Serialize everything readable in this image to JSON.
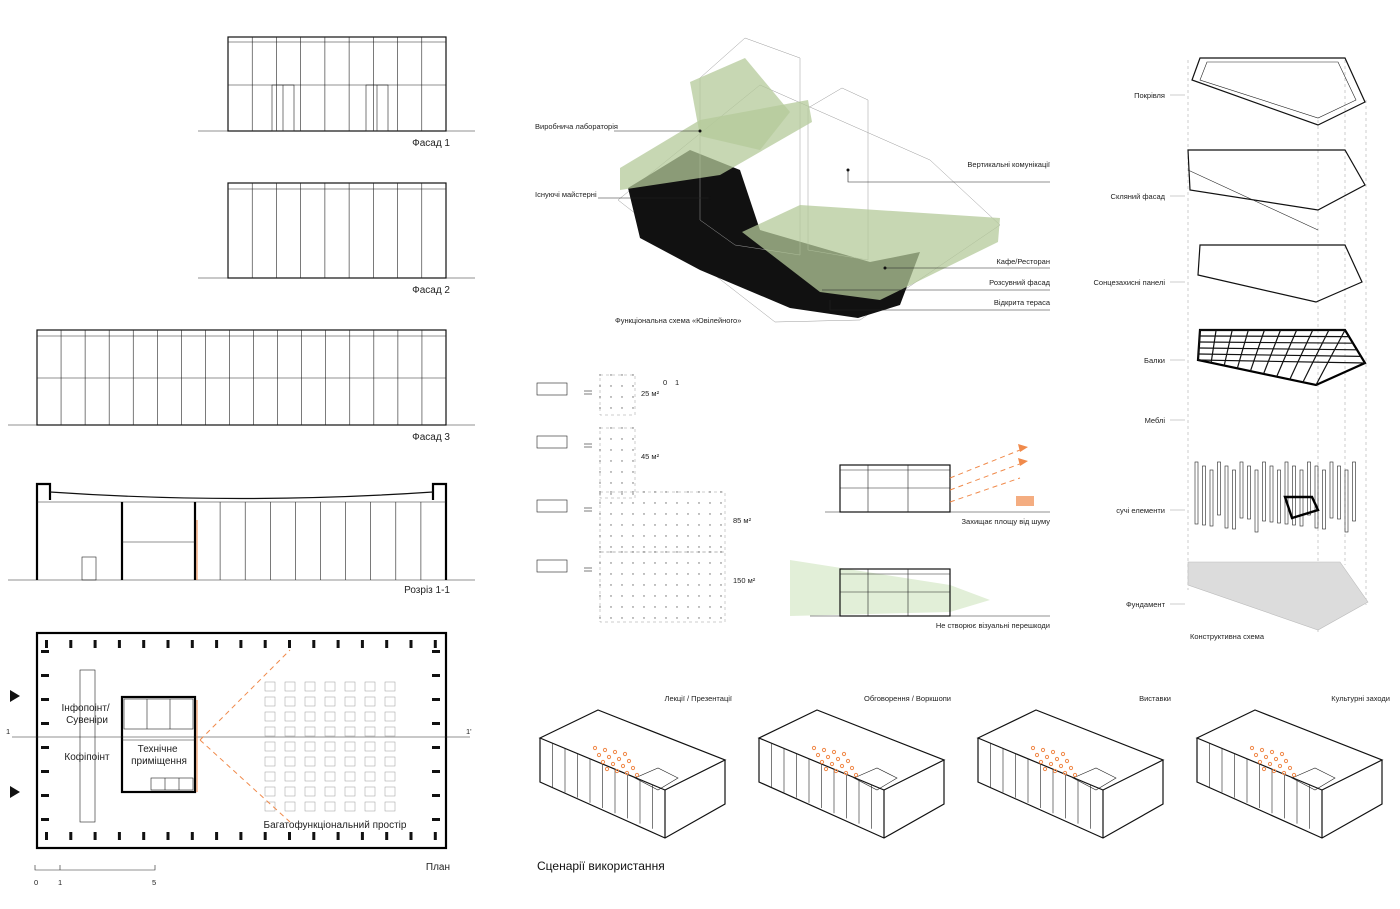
{
  "elevations": {
    "facade1": "Фасад 1",
    "facade2": "Фасад 2",
    "facade3": "Фасад 3",
    "section": "Розріз 1-1"
  },
  "plan": {
    "title": "План",
    "infopoint": "Інфопоінт/ Сувеніри",
    "coffee": "Кофіпоінт",
    "technical": "Технічне приміщення",
    "multi": "Багатофункціональний простір",
    "axis_left": "1",
    "axis_right": "1'",
    "scale": [
      "0",
      "1",
      "5"
    ]
  },
  "functional": {
    "caption": "Функціональна схема «Ювілейного»",
    "labels": {
      "lab": "Виробнича лабораторія",
      "workshops": "Існуючі майстерні",
      "vertical": "Вертикальні комунікації",
      "cafe": "Кафе/Ресторан",
      "sliding": "Розсувний фасад",
      "terrace": "Відкрита тераса"
    }
  },
  "modules": {
    "areas": [
      "25 м²",
      "45 м²",
      "85 м²",
      "150 м²"
    ],
    "scale": [
      "0",
      "1"
    ]
  },
  "noise": {
    "protect": "Захищає площу від шуму",
    "visual": "Не створює візуальні перешкоди"
  },
  "exploded": {
    "caption": "Конструктивна схема",
    "layers": [
      "Покрівля",
      "Скляний фасад",
      "Сонцезахисні панелі",
      "Балки",
      "Меблі",
      "сучі елементи",
      "Фундамент"
    ]
  },
  "scenarios": {
    "caption": "Сценарії використання",
    "items": [
      "Лекції / Презентації",
      "Обговорення / Воркшопи",
      "Виставки",
      "Культурні заходи"
    ]
  },
  "colors": {
    "accent": "#f08a4b",
    "green": "#b4c99a",
    "line": "#1a1a1a"
  }
}
